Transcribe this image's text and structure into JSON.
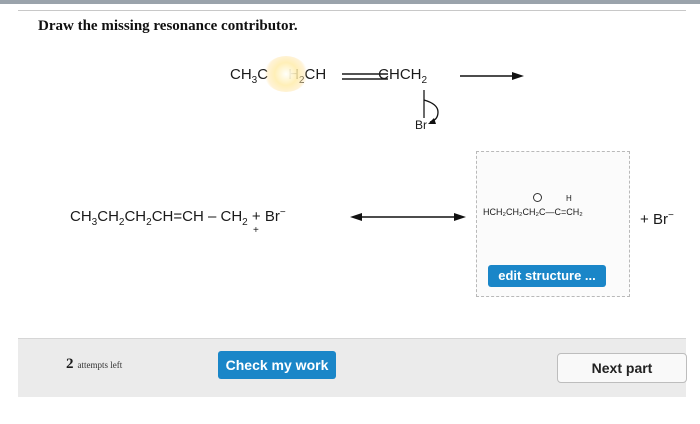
{
  "question": {
    "prompt": "Draw the missing resonance contributor."
  },
  "reaction": {
    "reactant": {
      "a": "CH",
      "a_sub": "3",
      "b": "C",
      "c": "H",
      "c_sub": "2",
      "d": "CH",
      "e": "CHCH",
      "e_sub": "2"
    },
    "leaving_group": "Br",
    "product_left": {
      "p1": "CH",
      "p1_sub": "3",
      "p2": "CH",
      "p2_sub": "2",
      "p3": "CH",
      "p3_sub": "2",
      "p4": "CH",
      "eq": "=",
      "p5": "CH",
      "dash": " – ",
      "p6": "CH",
      "p6_sub": "2",
      "plus": " + ",
      "bromide": "Br",
      "charge": "−",
      "cation_charge": "+"
    },
    "answer": {
      "formula": "HCH₂CH₂CH₂C",
      "bond": "—C=CH₂",
      "h_label": "H",
      "plus": "+",
      "bromide": "Br",
      "charge": "−"
    }
  },
  "controls": {
    "edit_label": "edit structure ...",
    "check_label": "Check my work",
    "next_label": "Next part"
  },
  "attempts": {
    "count": "2",
    "label": "attempts left"
  },
  "colors": {
    "primary_button": "#1a86c8",
    "arrow": "#111111"
  }
}
